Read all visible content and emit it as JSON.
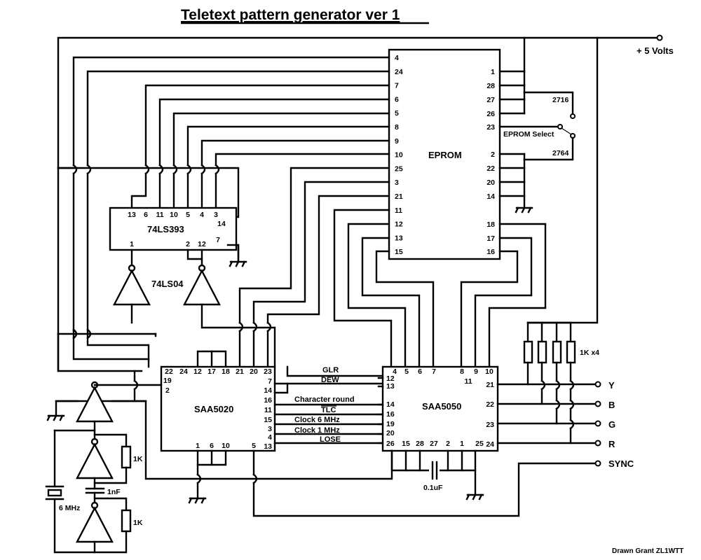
{
  "title": "Teletext pattern generator ver 1",
  "power_label": "+ 5 Volts",
  "credit": "Drawn Grant ZL1WTT",
  "eprom": {
    "name": "EPROM",
    "left_pins": [
      "4",
      "24",
      "7",
      "6",
      "5",
      "8",
      "9",
      "10",
      "25",
      "3",
      "21",
      "11",
      "12",
      "13",
      "15"
    ],
    "right_pins_top": [
      "1",
      "28",
      "27",
      "26",
      "23"
    ],
    "right_pins_mid": [
      "2",
      "22",
      "20",
      "14"
    ],
    "right_pins_bot": [
      "18",
      "17",
      "16"
    ],
    "select_label": "EPROM Select",
    "option_2716": "2716",
    "option_2764": "2764"
  },
  "counter": {
    "name": "74LS393",
    "top_pins": [
      "13",
      "6",
      "11",
      "10",
      "5",
      "4",
      "3"
    ],
    "right_pins": [
      "14",
      "7"
    ],
    "bottom_pins": [
      "1",
      "2",
      "12"
    ]
  },
  "inverter_label": "74LS04",
  "saa5020": {
    "name": "SAA5020",
    "top_pins": [
      "22",
      "24",
      "12",
      "17",
      "18",
      "21",
      "20",
      "23"
    ],
    "left_pins": [
      "19",
      "2"
    ],
    "right_pins": [
      "7",
      "14",
      "16",
      "11",
      "15",
      "3",
      "4",
      "13"
    ],
    "bottom_pins": [
      "1",
      "6",
      "10",
      "5"
    ]
  },
  "saa5050": {
    "name": "SAA5050",
    "top_pins": [
      "4",
      "5",
      "6",
      "7",
      "8",
      "9",
      "10"
    ],
    "inner_pin": "11",
    "left_pins": [
      "12",
      "13",
      "14",
      "16",
      "19",
      "20",
      "26"
    ],
    "right_pins": [
      "21",
      "22",
      "23",
      "24"
    ],
    "bottom_pins": [
      "15",
      "28",
      "27",
      "2",
      "1",
      "25"
    ]
  },
  "signals": [
    "GLR",
    "DEW",
    "Character round",
    "TLC",
    "Clock 6  MHz",
    "Clock 1  MHz",
    "LOSE"
  ],
  "resistor_array_label": "1K x4",
  "outputs": [
    "Y",
    "B",
    "G",
    "R",
    "SYNC"
  ],
  "oscillator": {
    "crystal_label": "6 MHz",
    "capacitor_label": "1nF",
    "resistor1_label": "1K",
    "resistor2_label": "1K"
  },
  "decoupling_cap_label": "0.1uF"
}
